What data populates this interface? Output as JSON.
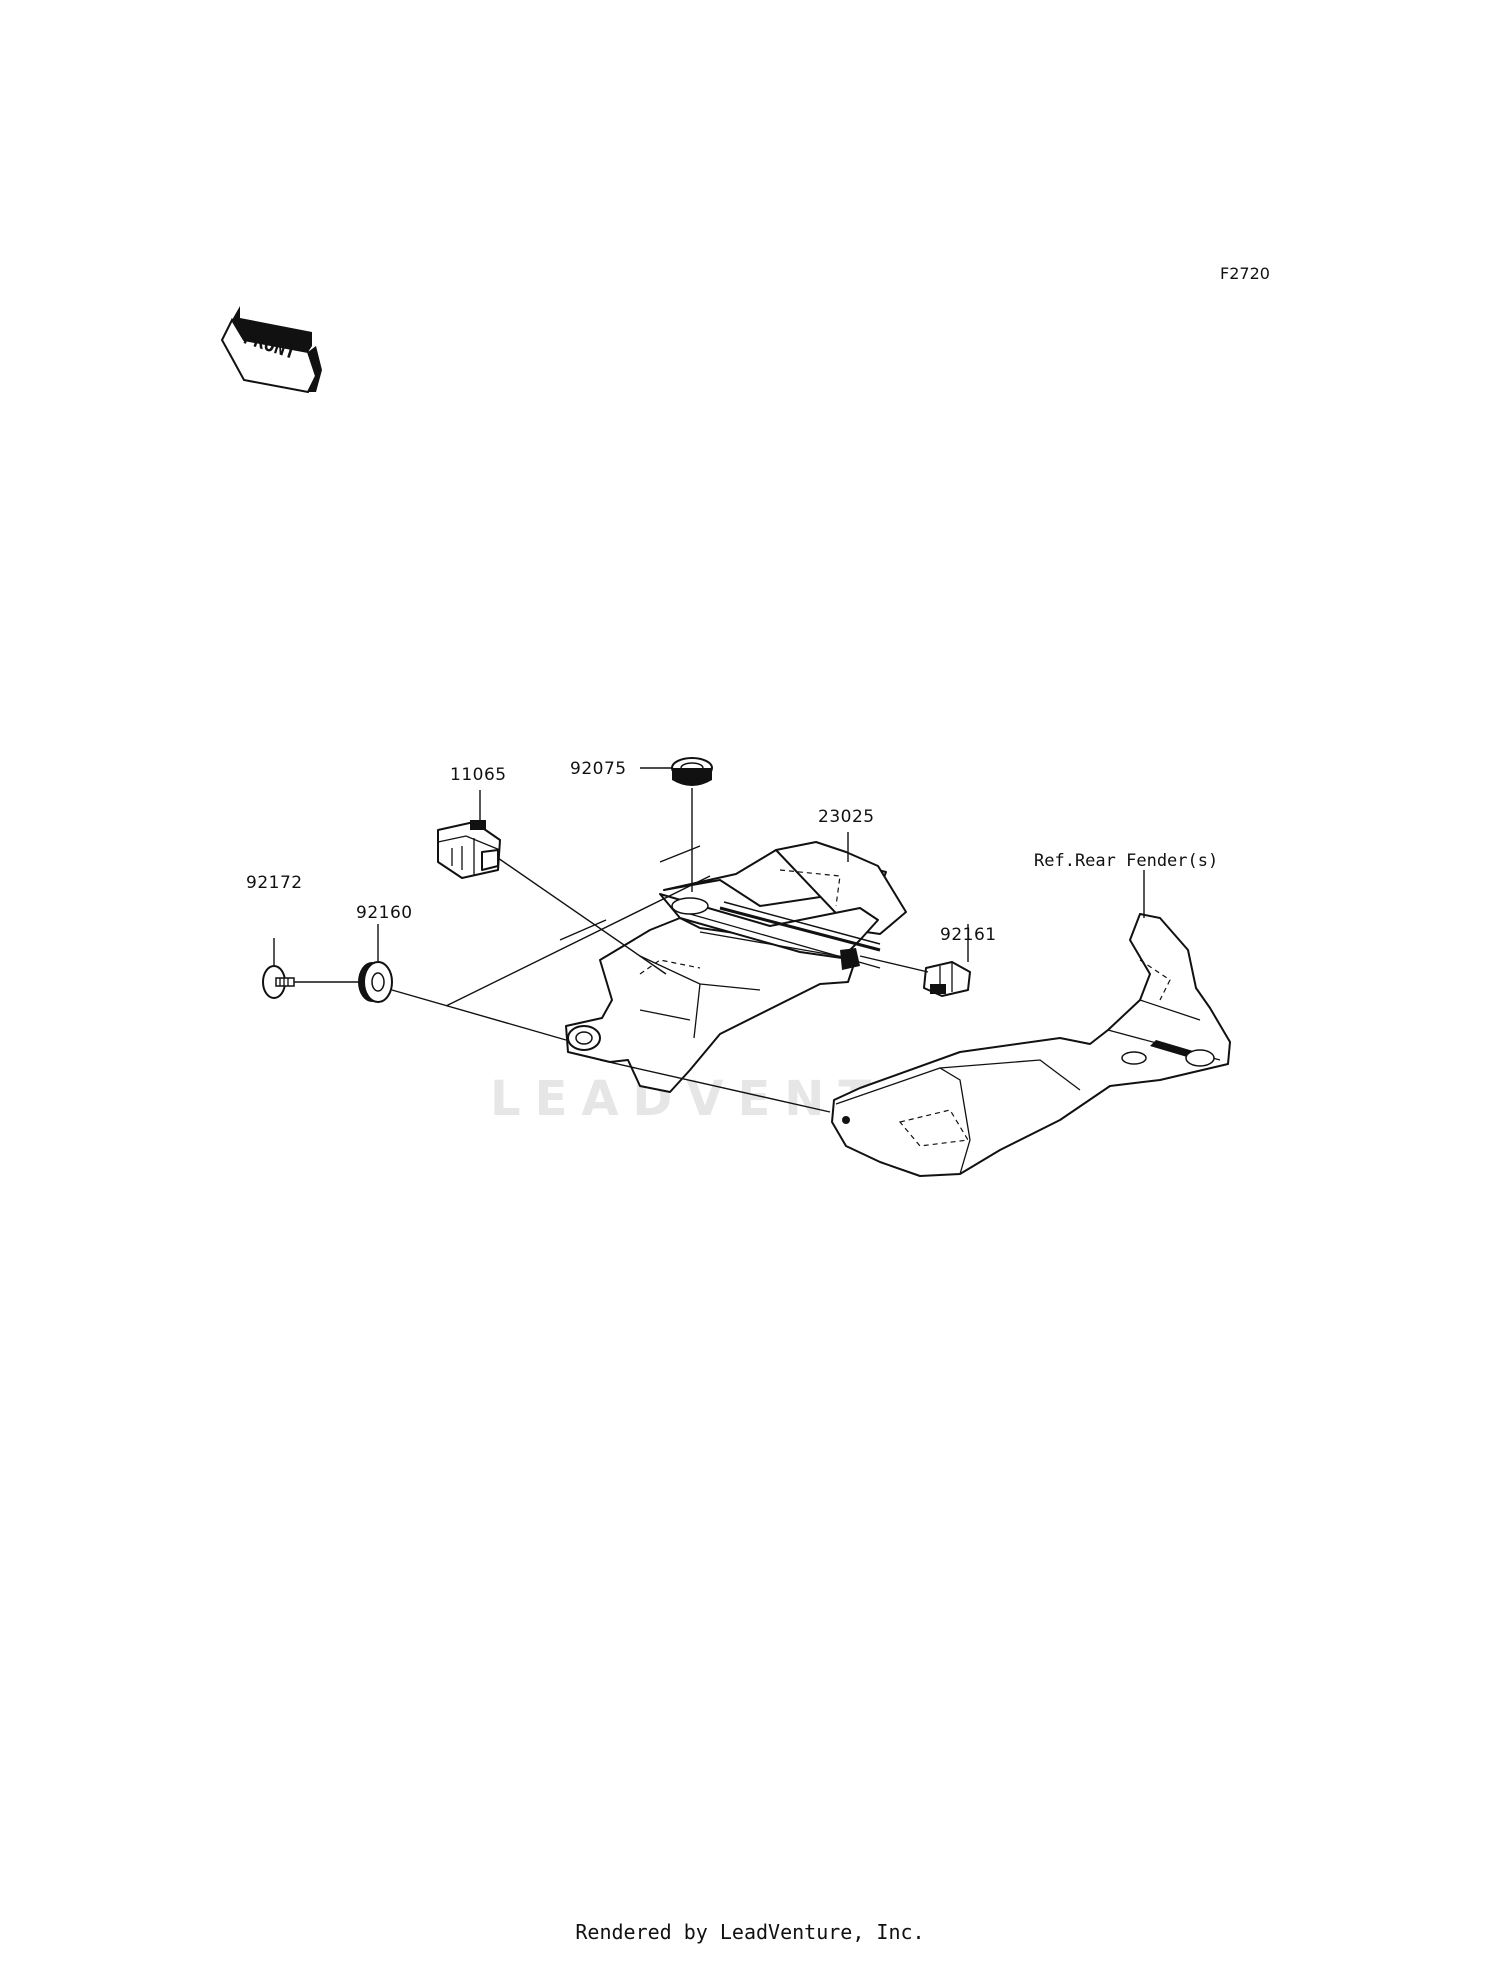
{
  "figure_code": "F2720",
  "front_label": "FRONT",
  "watermark": "LEADVENTURE",
  "footer": "Rendered by LeadVenture, Inc.",
  "parts": [
    {
      "number": "11065"
    },
    {
      "number": "92075"
    },
    {
      "number": "23025"
    },
    {
      "number": "92172"
    },
    {
      "number": "92160"
    },
    {
      "number": "92161"
    }
  ],
  "reference_label": "Ref.Rear Fender(s)"
}
